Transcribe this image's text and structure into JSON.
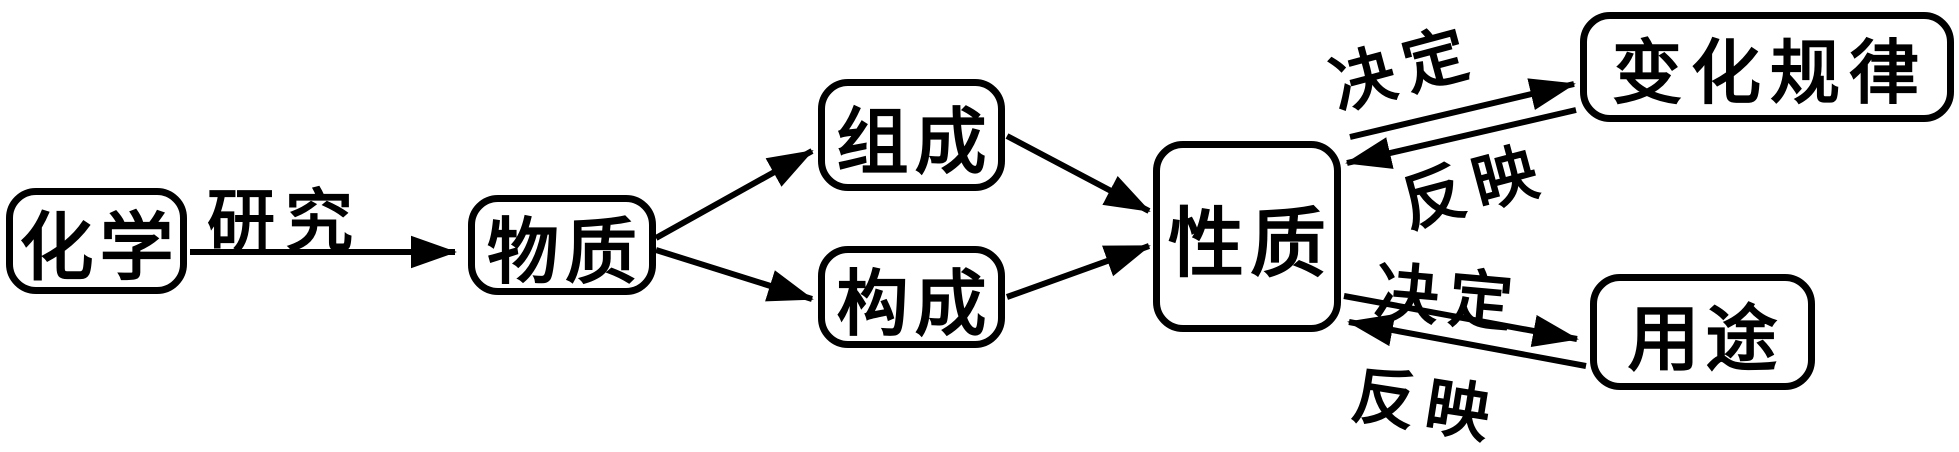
{
  "diagram": {
    "title": "chemistry-concept-flowchart",
    "colors": {
      "stroke": "#000000",
      "text": "#000000",
      "background": "#ffffff"
    },
    "nodes": {
      "chemistry": {
        "label": "化学"
      },
      "matter": {
        "label": "物质"
      },
      "composition": {
        "label": "组成"
      },
      "constitution": {
        "label": "构成"
      },
      "properties": {
        "label": "性质"
      },
      "change_laws": {
        "label": "变化规律"
      },
      "uses": {
        "label": "用途"
      }
    },
    "edges": {
      "research": {
        "from": "化学",
        "to": "物质",
        "label": "研究"
      },
      "matter_to_composition": {
        "from": "物质",
        "to": "组成",
        "label": ""
      },
      "matter_to_constitution": {
        "from": "物质",
        "to": "构成",
        "label": ""
      },
      "composition_to_properties": {
        "from": "组成",
        "to": "性质",
        "label": ""
      },
      "constitution_to_properties": {
        "from": "构成",
        "to": "性质",
        "label": ""
      },
      "determine_top": {
        "from": "性质",
        "to": "变化规律",
        "label": "决定"
      },
      "reflect_top": {
        "from": "变化规律",
        "to": "性质",
        "label": "反映"
      },
      "determine_bottom": {
        "from": "性质",
        "to": "用途",
        "label": "决定"
      },
      "reflect_bottom": {
        "from": "用途",
        "to": "性质",
        "label": "反映"
      }
    }
  }
}
